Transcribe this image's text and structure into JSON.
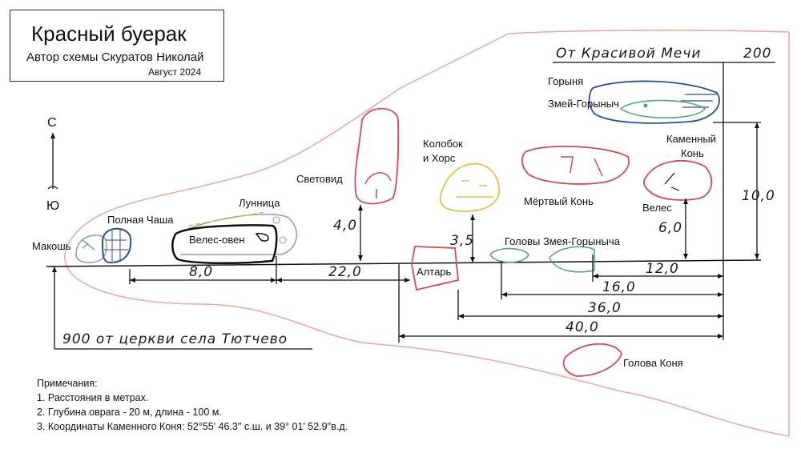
{
  "title": {
    "name": "Красный буерак",
    "author": "Автор схемы Скуратов Николай",
    "date": "Август 2024"
  },
  "compass": {
    "north": "С",
    "south": "Ю"
  },
  "references": {
    "church": "900  от  церкви  села  Тютчево",
    "beautiful_mecha": "От  Красивой  Мечи",
    "beautiful_mecha_distance": "200"
  },
  "stones": {
    "makosh": "Макошь",
    "full_bowl": "Полная Чаша",
    "lunnitsa": "Лунница",
    "veles_oven": "Велес-овен",
    "svetovid": "Световид",
    "altar": "Алтарь",
    "kolobok": "Колобок",
    "kolobok_2": "и Хорс",
    "dead_horse": "Мёртвый Конь",
    "goryna": "Горыня",
    "zmey": "Змей-Горыныч",
    "stone_horse": "Каменный",
    "stone_horse_2": "Конь",
    "veles": "Велес",
    "zmey_heads": "Головы Змея-Горыныча",
    "horse_head": "Голова Коня"
  },
  "distances": {
    "d_8": "8,0",
    "d_22": "22,0",
    "d_4": "4,0",
    "d_3_5": "3,5",
    "d_12": "12,0",
    "d_16": "16,0",
    "d_36": "36,0",
    "d_40": "40,0",
    "d_6": "6,0",
    "d_10": "10,0"
  },
  "notes": {
    "heading": "Примечания:",
    "items": [
      "1. Расстояния в метрах.",
      "2. Глубина оврага - 20 м, длина - 100 м.",
      "3. Координаты Каменного Коня: 52°55′ 46.3′′ с.ш. и 39° 01′ 52.9′′в.д."
    ]
  },
  "colors": {
    "ravine": "#e8a89c",
    "stone_red": "#d44a52",
    "stone_yellow": "#e2c24a",
    "stone_green": "#4aa870",
    "stone_blue": "#2a4f9a",
    "stone_dark": "#111111",
    "stone_gray": "#8aa0a0"
  }
}
